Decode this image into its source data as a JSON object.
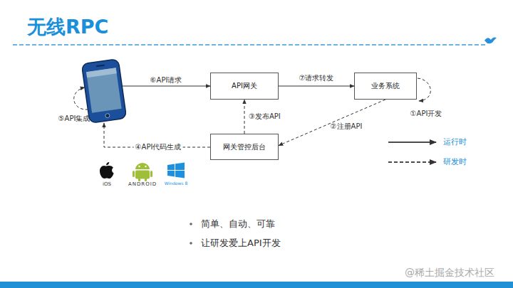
{
  "diagram": {
    "title": "无线RPC",
    "nodes": [
      {
        "text": [
          "API网关"
        ]
      },
      {
        "text": [
          "业务系统"
        ]
      },
      {
        "text": [
          "网关管控后台"
        ]
      }
    ],
    "edges": [
      {
        "from": 0,
        "to": 1,
        "label": "⑦请求转发",
        "arrow": "to"
      },
      {
        "from": 1,
        "to": 2,
        "label": "②注册API",
        "arrow": "to"
      },
      {
        "from": 2,
        "to": 0,
        "label": "③发布API",
        "arrow": "to"
      }
    ],
    "labels": [
      "⑥API请求",
      "④API代码生成",
      "⑤API集成",
      "①API开发",
      "iOS",
      "ANDROID",
      "Windows 8",
      "简单、自动、可靠",
      "让研发爱上API开发",
      "@稀土掘金技术社区"
    ],
    "legend": [
      {
        "text": "运行时"
      },
      {
        "text": "研发时"
      }
    ]
  }
}
